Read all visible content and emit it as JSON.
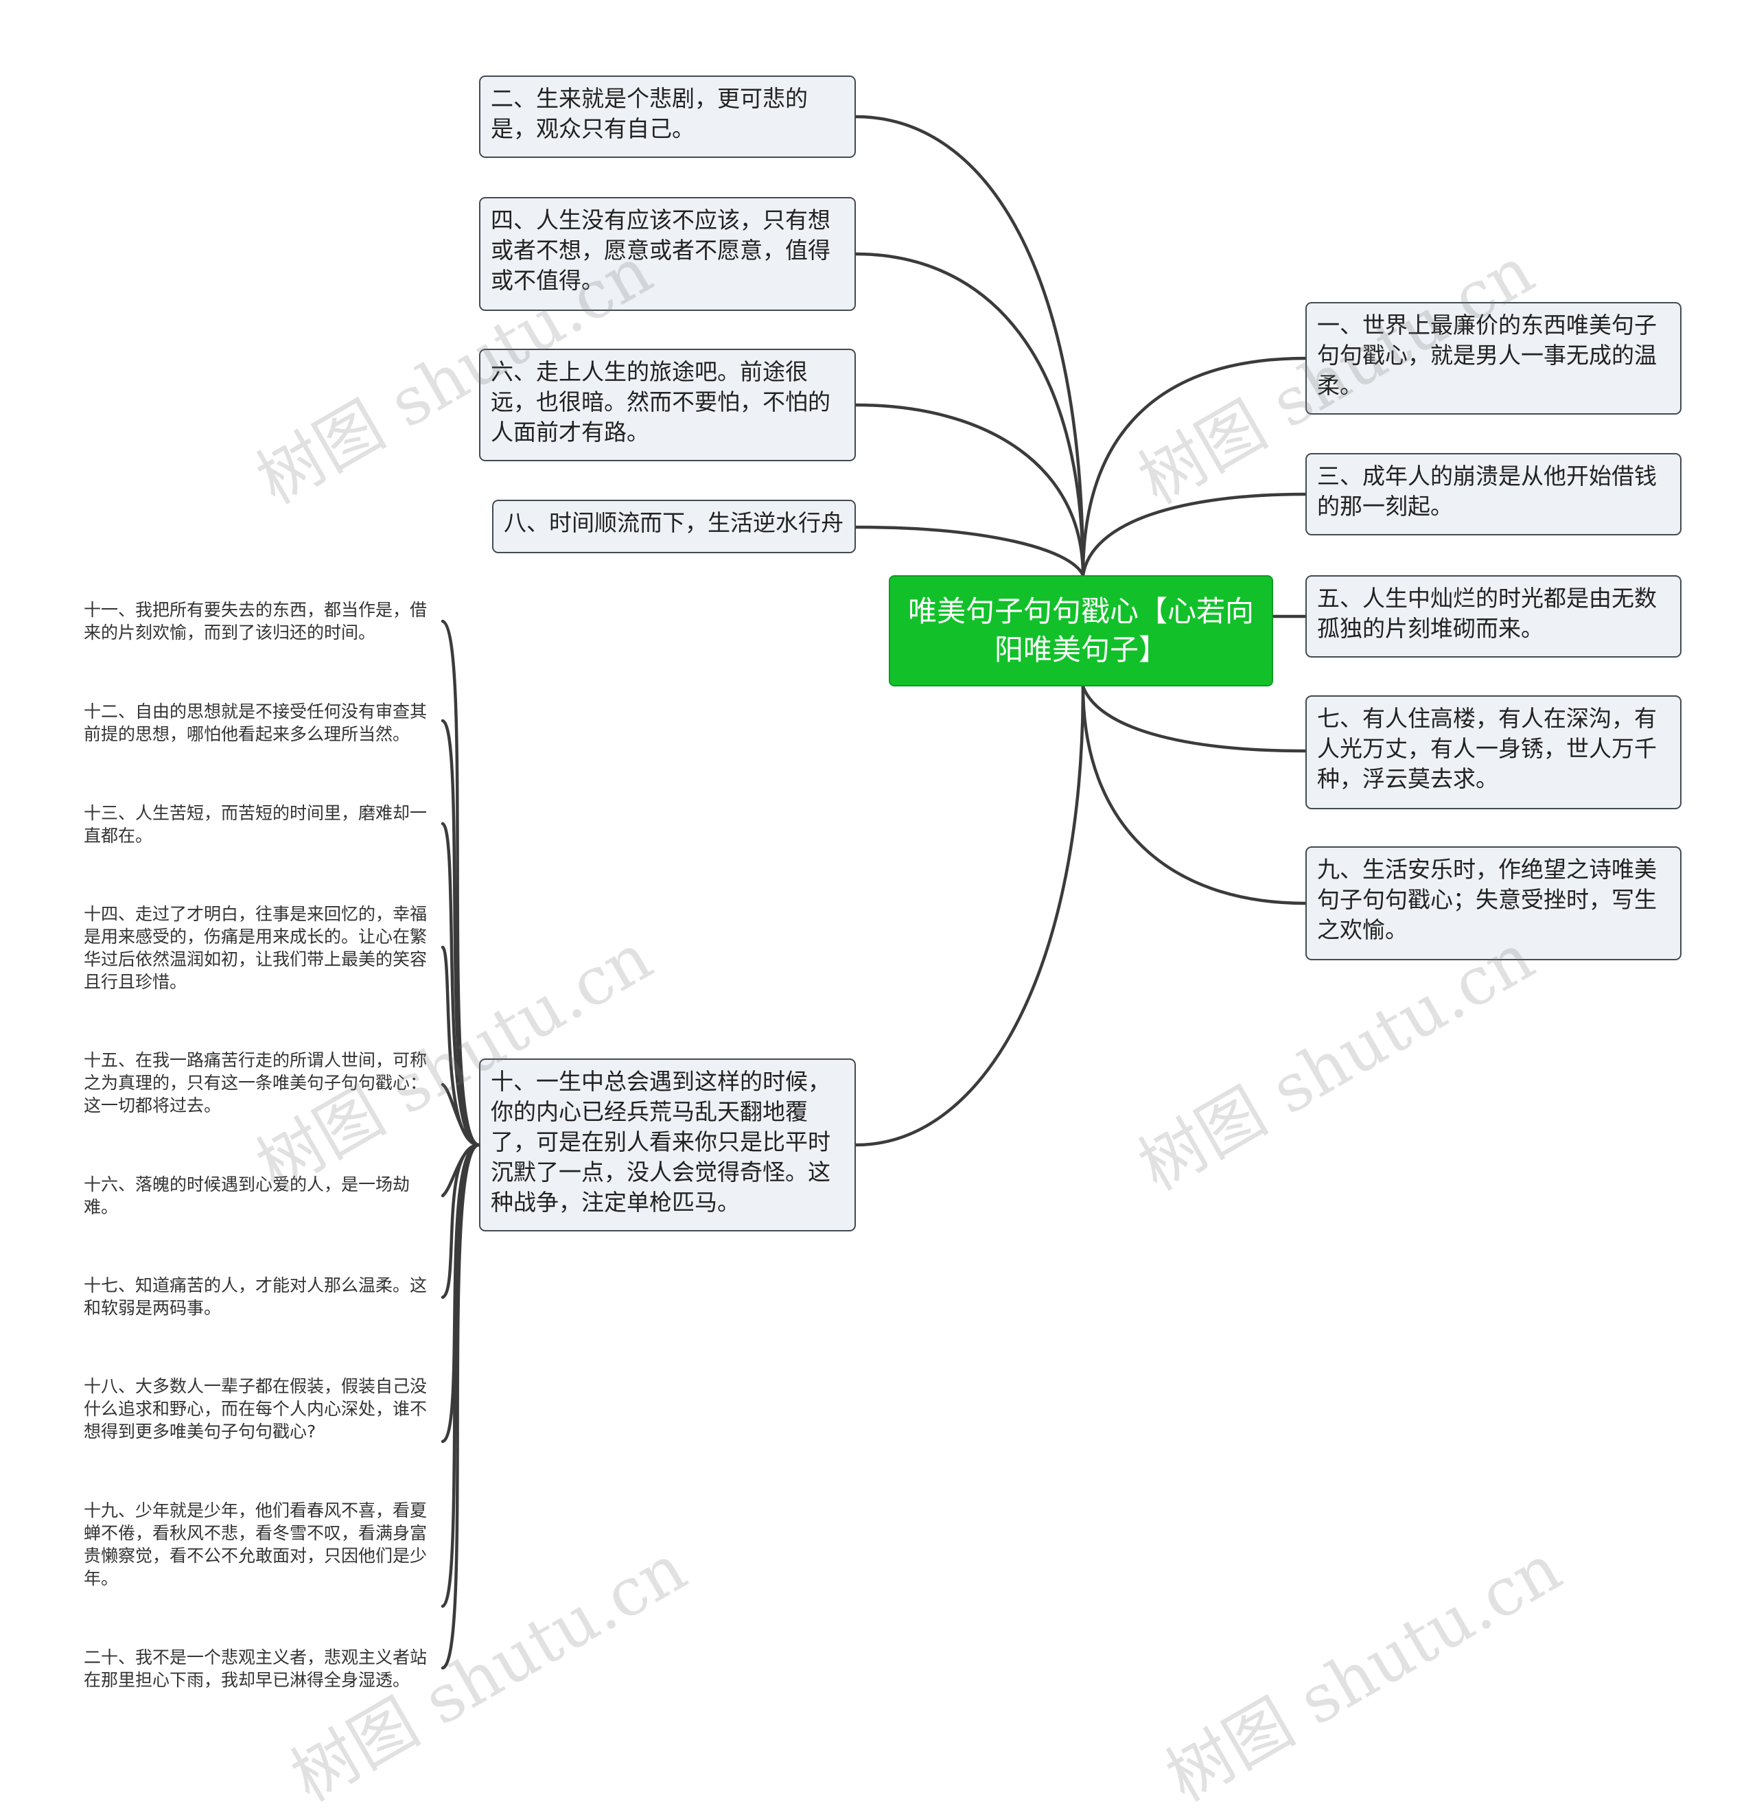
{
  "root": {
    "text": "唯美句子句句戳心【心若向阳唯美句子】"
  },
  "left_nodes": [
    {
      "id": "n2",
      "text": "二、生来就是个悲剧，更可悲的是，观众只有自己。"
    },
    {
      "id": "n4",
      "text": "四、人生没有应该不应该，只有想或者不想，愿意或者不愿意，值得或不值得。"
    },
    {
      "id": "n6",
      "text": "六、走上人生的旅途吧。前途很远，也很暗。然而不要怕，不怕的人面前才有路。"
    },
    {
      "id": "n8",
      "text": "八、时间顺流而下，生活逆水行舟"
    },
    {
      "id": "n10",
      "text": "十、一生中总会遇到这样的时候，你的内心已经兵荒马乱天翻地覆了，可是在别人看来你只是比平时沉默了一点，没人会觉得奇怪。这种战争，注定单枪匹马。"
    }
  ],
  "right_nodes": [
    {
      "id": "n1",
      "text": "一、世界上最廉价的东西唯美句子句句戳心，就是男人一事无成的温柔。"
    },
    {
      "id": "n3",
      "text": "三、成年人的崩溃是从他开始借钱的那一刻起。"
    },
    {
      "id": "n5",
      "text": "五、人生中灿烂的时光都是由无数孤独的片刻堆砌而来。"
    },
    {
      "id": "n7",
      "text": "七、有人住高楼，有人在深沟，有人光万丈，有人一身锈，世人万千种，浮云莫去求。"
    },
    {
      "id": "n9",
      "text": "九、生活安乐时，作绝望之诗唯美句子句句戳心；失意受挫时，写生之欢愉。"
    }
  ],
  "leaves": [
    {
      "id": "l11",
      "text": "十一、我把所有要失去的东西，都当作是，借来的片刻欢愉，而到了该归还的时间。"
    },
    {
      "id": "l12",
      "text": "十二、自由的思想就是不接受任何没有审查其前提的思想，哪怕他看起来多么理所当然。"
    },
    {
      "id": "l13",
      "text": "十三、人生苦短，而苦短的时间里，磨难却一直都在。"
    },
    {
      "id": "l14",
      "text": "十四、走过了才明白，往事是来回忆的，幸福是用来感受的，伤痛是用来成长的。让心在繁华过后依然温润如初，让我们带上最美的笑容且行且珍惜。"
    },
    {
      "id": "l15",
      "text": "十五、在我一路痛苦行走的所谓人世间，可称之为真理的，只有这一条唯美句子句句戳心：这一切都将过去。"
    },
    {
      "id": "l16",
      "text": "十六、落魄的时候遇到心爱的人，是一场劫难。"
    },
    {
      "id": "l17",
      "text": "十七、知道痛苦的人，才能对人那么温柔。这和软弱是两码事。"
    },
    {
      "id": "l18",
      "text": "十八、大多数人一辈子都在假装，假装自己没什么追求和野心，而在每个人内心深处，谁不想得到更多唯美句子句句戳心?"
    },
    {
      "id": "l19",
      "text": "十九、少年就是少年，他们看春风不喜，看夏蝉不倦，看秋风不悲，看冬雪不叹，看满身富贵懒察觉，看不公不允敢面对，只因他们是少年。"
    },
    {
      "id": "l20",
      "text": "二十、我不是一个悲观主义者，悲观主义者站在那里担心下雨，我却早已淋得全身湿透。"
    }
  ],
  "watermark": "树图 shutu.cn",
  "colors": {
    "root_bg": "#12c12a",
    "node_bg": "#eef1f5",
    "link": "#3b3b3b"
  }
}
